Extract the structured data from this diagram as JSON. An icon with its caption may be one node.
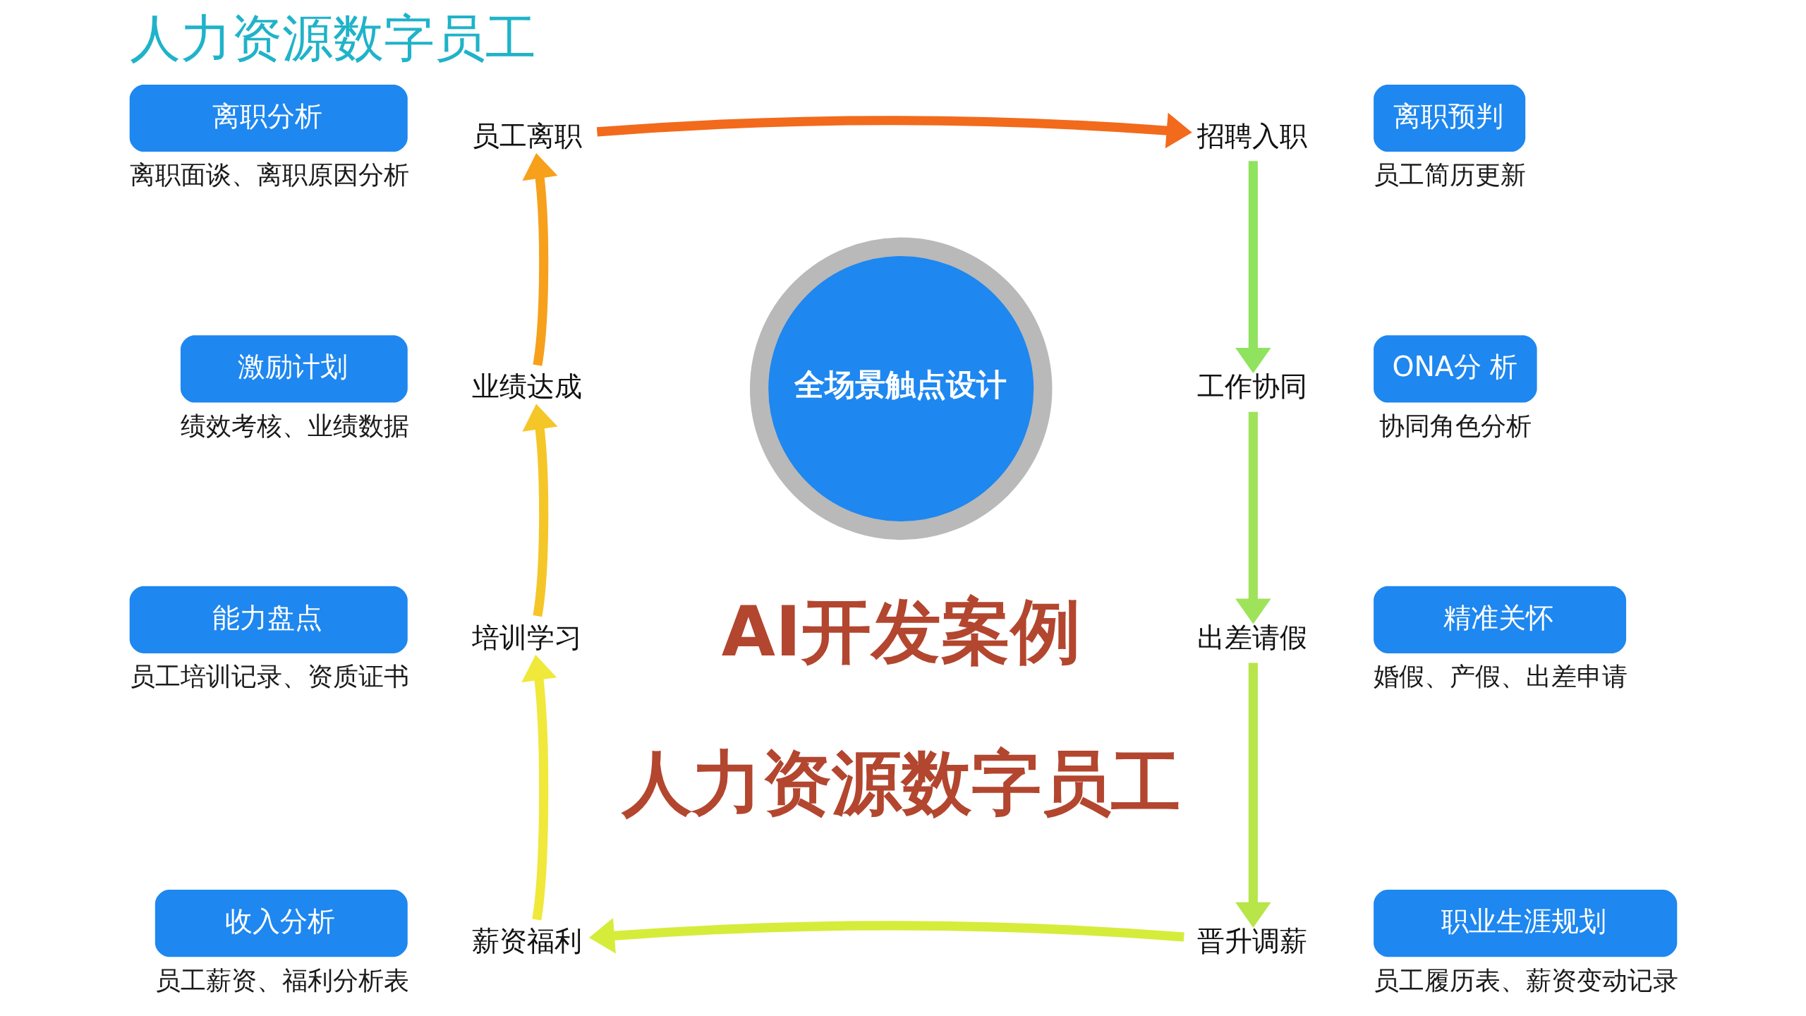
{
  "diagram": {
    "title": "人力资源数字员工",
    "nodes": [
      {
        "text": [
          "离职分析"
        ],
        "beside": [
          "离职面谈、离职原因分析"
        ]
      },
      {
        "text": [
          "员工离职"
        ]
      },
      {
        "text": [
          "招聘入职"
        ]
      },
      {
        "text": [
          "离职预判"
        ],
        "beside": [
          "员工简历更新"
        ]
      },
      {
        "text": [
          "激励计划"
        ],
        "beside": [
          "绩效考核、业绩数据"
        ]
      },
      {
        "text": [
          "业绩达成"
        ]
      },
      {
        "text": [
          "全场景触点设计"
        ]
      },
      {
        "text": [
          "工作协同"
        ]
      },
      {
        "text": [
          "ONA分 析"
        ],
        "beside": [
          "协同角色分析"
        ]
      },
      {
        "text": [
          "能力盘点"
        ],
        "beside": [
          "员工培训记录、资质证书"
        ]
      },
      {
        "text": [
          "培训学习"
        ]
      },
      {
        "text": [
          "出差请假"
        ]
      },
      {
        "text": [
          "精准关怀"
        ],
        "beside": [
          "婚假、产假、出差申请"
        ]
      },
      {
        "text": [
          "薪资福利"
        ]
      },
      {
        "text": [
          "晋升调薪"
        ]
      },
      {
        "text": [
          "收入分析"
        ],
        "beside": [
          "员工薪资、福利分析表"
        ]
      },
      {
        "text": [
          "职业生涯规划"
        ],
        "beside": [
          "员工履历表、薪资变动记录"
        ]
      }
    ],
    "edges": [
      {
        "from": 1,
        "to": 2,
        "arrow": "to",
        "color": "#f26a1b"
      },
      {
        "from": 2,
        "to": 7,
        "arrow": "to",
        "color": "#8fe35e"
      },
      {
        "from": 7,
        "to": 11,
        "arrow": "to",
        "color": "#9fe35a"
      },
      {
        "from": 11,
        "to": 14,
        "arrow": "to",
        "color": "#b7e54a"
      },
      {
        "from": 14,
        "to": 13,
        "arrow": "to",
        "color": "#d6ec3b"
      },
      {
        "from": 13,
        "to": 10,
        "arrow": "to",
        "color": "#f0e83a"
      },
      {
        "from": 10,
        "to": 5,
        "arrow": "to",
        "color": "#f5c628"
      },
      {
        "from": 5,
        "to": 1,
        "arrow": "to",
        "color": "#f7a01c"
      }
    ],
    "labels": [
      "AI开发案例",
      "人力资源数字员工"
    ]
  }
}
